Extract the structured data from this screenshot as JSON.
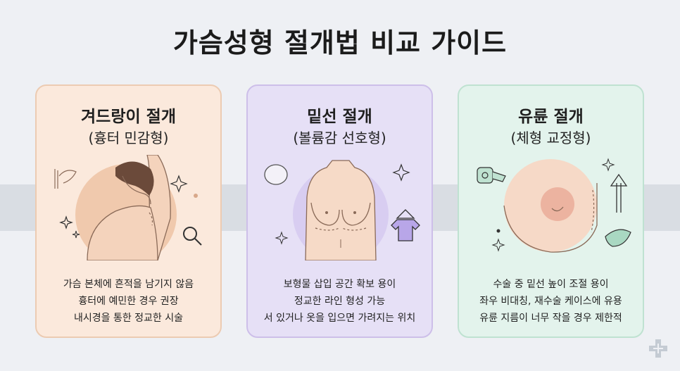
{
  "title": "가슴성형 절개법 비교 가이드",
  "cards": [
    {
      "title": "겨드랑이 절개",
      "subtitle": "(흉터 민감형)",
      "lines": [
        "가슴 본체에 흔적을 남기지 않음",
        "흉터에 예민한 경우 권장",
        "내시경을 통한 정교한 시술"
      ],
      "bg_color": "#fbe9dc"
    },
    {
      "title": "밑선 절개",
      "subtitle": "(볼륨감 선호형)",
      "lines": [
        "보형물 삽입 공간 확보 용이",
        "정교한 라인 형성 가능",
        "서 있거나 옷을 입으면 가려지는 위치"
      ],
      "bg_color": "#e6e0f6"
    },
    {
      "title": "유륜 절개",
      "subtitle": "(체형 교정형)",
      "lines": [
        "수술 중 밑선 높이 조절 용이",
        "좌우 비대칭, 재수술 케이스에 유용",
        "유륜 지름이 너무 작을 경우 제한적"
      ],
      "bg_color": "#e3f3ec"
    }
  ],
  "icons": [
    "sparkle-icon",
    "magnifier-icon",
    "hanger-shirt-icon",
    "implant-icon",
    "tape-measure-icon",
    "arrow-up-icon",
    "cross-logo-icon"
  ]
}
